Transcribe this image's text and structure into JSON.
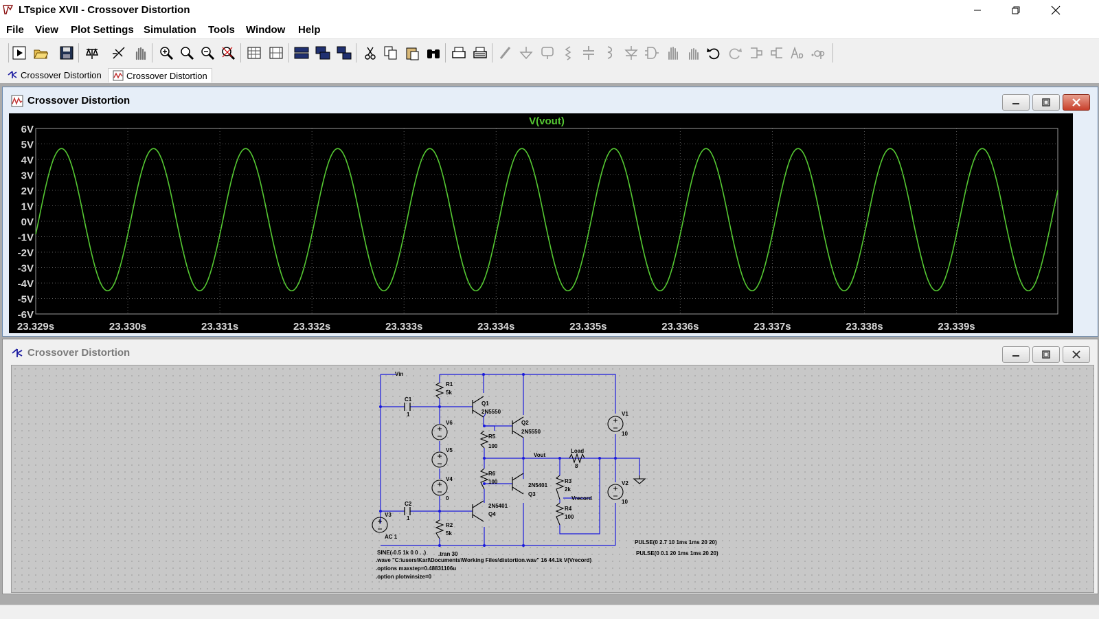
{
  "window": {
    "title": "LTspice XVII - Crossover Distortion"
  },
  "menu": [
    "File",
    "View",
    "Plot Settings",
    "Simulation",
    "Tools",
    "Window",
    "Help"
  ],
  "toolbar_icons": [
    "run-icon",
    "open-icon",
    "save-icon",
    "control-panel-icon",
    "pick-visible-traces-icon",
    "pan-icon",
    "zoom-in-icon",
    "zoom-area-icon",
    "zoom-out-icon",
    "zoom-fit-icon",
    "tile-horizontal-icon",
    "tile-vertical-icon",
    "window-tile-icon",
    "window-cascade-icon",
    "window-arrange-icon",
    "cut-icon",
    "copy-icon",
    "paste-icon",
    "find-icon",
    "print-icon",
    "print-setup-icon",
    "wire-icon",
    "ground-icon",
    "label-net-icon",
    "resistor-icon",
    "capacitor-icon",
    "inductor-icon",
    "diode-icon",
    "component-icon",
    "move-icon",
    "drag-icon",
    "undo-icon",
    "redo-icon",
    "rotate-icon",
    "mirror-icon",
    "text-icon",
    "spice-directive-icon"
  ],
  "tabs": [
    {
      "label": "Crossover Distortion",
      "icon": "schematic-icon"
    },
    {
      "label": "Crossover Distortion",
      "icon": "waveform-icon"
    }
  ],
  "plot_window": {
    "title": "Crossover Distortion"
  },
  "schematic_window": {
    "title": "Crossover Distortion"
  },
  "chart_data": {
    "type": "line",
    "title": "V(vout)",
    "xlabel": "",
    "ylabel": "",
    "x_ticks": [
      "23.329s",
      "23.330s",
      "23.331s",
      "23.332s",
      "23.333s",
      "23.334s",
      "23.335s",
      "23.336s",
      "23.337s",
      "23.338s",
      "23.339s"
    ],
    "y_ticks": [
      "6V",
      "5V",
      "4V",
      "3V",
      "2V",
      "1V",
      "0V",
      "-1V",
      "-2V",
      "-3V",
      "-4V",
      "-5V",
      "-6V"
    ],
    "xlim": [
      23.329,
      23.3401
    ],
    "ylim": [
      -6,
      6
    ],
    "grid": true,
    "series": [
      {
        "name": "V(vout)",
        "color": "#55c832",
        "waveform": "sine",
        "frequency_hz": 1000,
        "peak_positive": 4.7,
        "peak_negative": -4.5,
        "first_zero_crossing_s": 23.32903
      }
    ]
  },
  "schematic": {
    "net_labels": [
      "Vin",
      "Vout",
      "Load",
      "Vrecord"
    ],
    "components": [
      {
        "ref": "R1",
        "value": "5k"
      },
      {
        "ref": "C1",
        "value": "1"
      },
      {
        "ref": "V6",
        "value": ""
      },
      {
        "ref": "V5",
        "value": ""
      },
      {
        "ref": "V4",
        "value": "0"
      },
      {
        "ref": "C2",
        "value": "1"
      },
      {
        "ref": "R2",
        "value": "5k"
      },
      {
        "ref": "V3",
        "value": "AC 1"
      },
      {
        "ref": "Q1",
        "value": "2N5550"
      },
      {
        "ref": "Q2",
        "value": "2N5550"
      },
      {
        "ref": "R5",
        "value": "100"
      },
      {
        "ref": "R6",
        "value": "100"
      },
      {
        "ref": "Q3",
        "value": "2N5401"
      },
      {
        "ref": "Q4",
        "value": "2N5401"
      },
      {
        "ref": "Load",
        "value": "8"
      },
      {
        "ref": "R3",
        "value": "2k"
      },
      {
        "ref": "R4",
        "value": "100"
      },
      {
        "ref": "V1",
        "value": "10"
      },
      {
        "ref": "V2",
        "value": "10"
      }
    ],
    "v3_source": "SINE(-0.5 1k 0 0 . .)",
    "pulse1": "PULSE(0 2.7 10 1ms 1ms 20 20)",
    "pulse2": "PULSE(0 0.1 20 1ms 1ms 20 20)",
    "directives": [
      ".tran 30",
      ".wave \"C:\\users\\Karl\\Documents\\Working Files\\distortion.wav\" 16 44.1k V(Vrecord)",
      ".options maxstep=0.48831106u",
      ".option plotwinsize=0"
    ]
  }
}
